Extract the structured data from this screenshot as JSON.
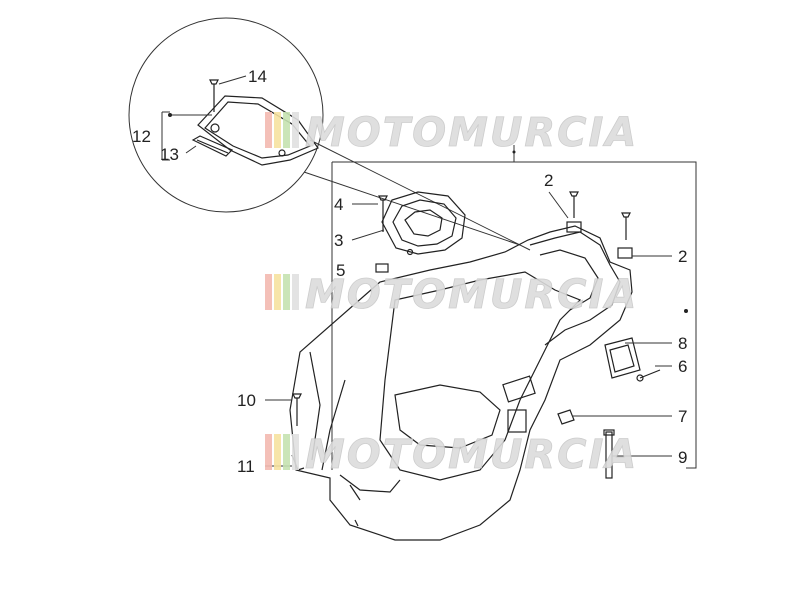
{
  "watermark": {
    "text": "MOTOMURCIA",
    "stripe_colors": [
      "#f3b9b0",
      "#f6e2a0",
      "#c6e3b0",
      "#e0e0e0"
    ]
  },
  "callouts": [
    {
      "id": "c14",
      "text": "14"
    },
    {
      "id": "c12",
      "text": "12"
    },
    {
      "id": "c13",
      "text": "13"
    },
    {
      "id": "c2a",
      "text": "2"
    },
    {
      "id": "c2b",
      "text": "2"
    },
    {
      "id": "c4",
      "text": "4"
    },
    {
      "id": "c3",
      "text": "3"
    },
    {
      "id": "c5",
      "text": "5"
    },
    {
      "id": "c8",
      "text": "8"
    },
    {
      "id": "c6",
      "text": "6"
    },
    {
      "id": "c7",
      "text": "7"
    },
    {
      "id": "c9",
      "text": "9"
    },
    {
      "id": "c10",
      "text": "10"
    },
    {
      "id": "c11",
      "text": "11"
    }
  ],
  "colors": {
    "line": "#222222",
    "watermark": "#d8d8d8"
  }
}
